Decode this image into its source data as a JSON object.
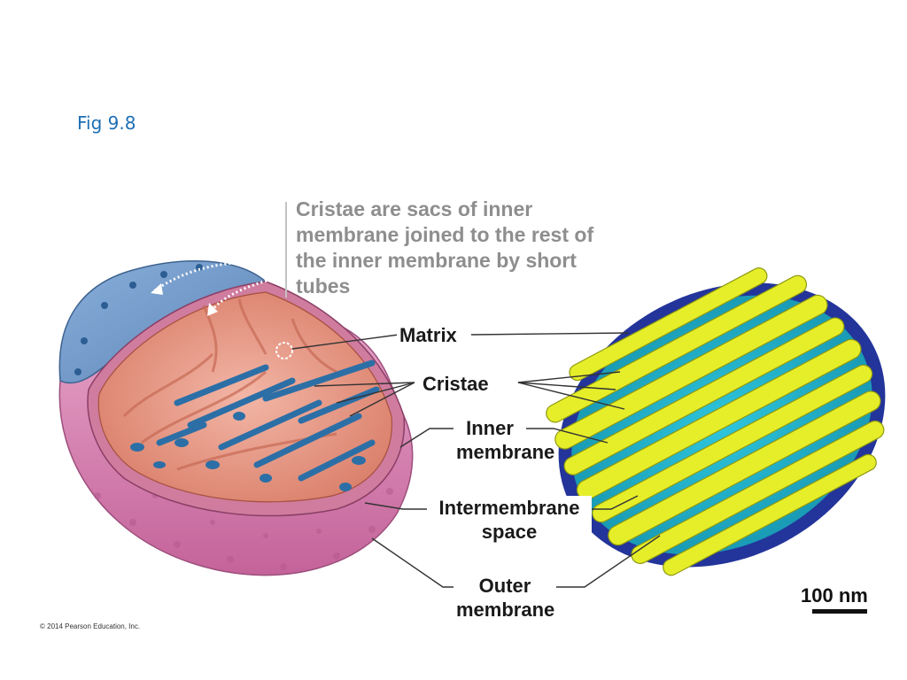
{
  "figure": {
    "title": "Fig 9.8"
  },
  "caption": "Cristae are sacs of inner membrane joined to the rest of the inner membrane by short tubes",
  "labels": {
    "matrix": "Matrix",
    "cristae": "Cristae",
    "inner_membrane": "Inner membrane",
    "intermembrane_space": "Intermembrane space",
    "outer_membrane": "Outer membrane"
  },
  "scale_bar": {
    "label": "100 nm"
  },
  "copyright": "© 2014 Pearson Education, Inc.",
  "colors": {
    "title": "#1f6fb4",
    "outer_membrane": "#d77fb0",
    "intermembrane_cap": "#6f95c2",
    "inner_matrix": "#ea9c88",
    "cristae": "#2c6fa6",
    "tomogram_outer": "#23349a",
    "tomogram_space": "#1fb0c8",
    "tomogram_cristae": "#e6ee2a",
    "caption": "#8e8e8e"
  }
}
